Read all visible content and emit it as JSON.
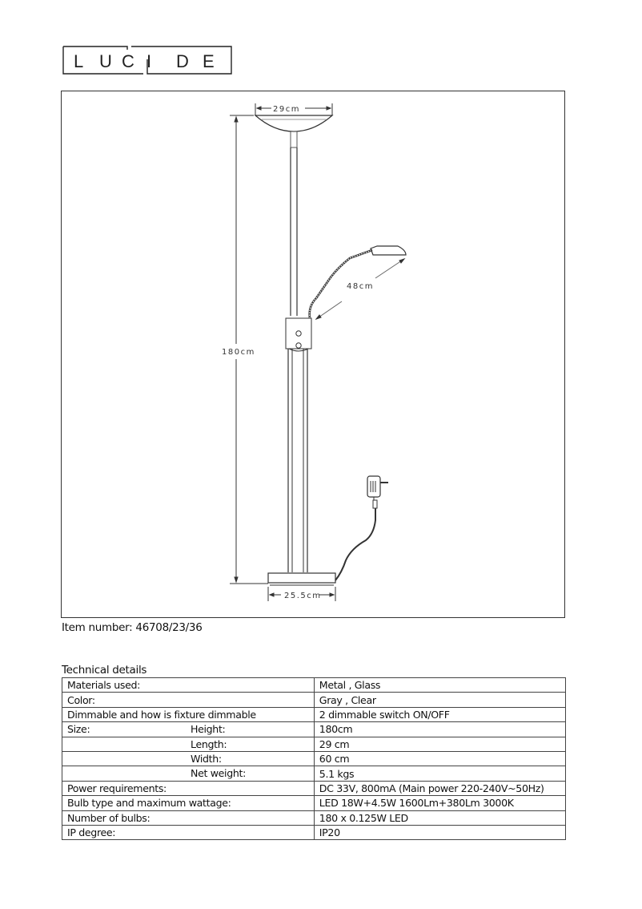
{
  "brand": {
    "logo_text": "LUCIDE",
    "letters": [
      "L",
      "U",
      "C",
      "I",
      "D",
      "E"
    ]
  },
  "drawing": {
    "dimensions": {
      "top_width": "29cm",
      "arm_length": "48cm",
      "height": "180cm",
      "base_width": "25.5cm"
    }
  },
  "item": {
    "label": "Item number:",
    "value": "46708/23/36",
    "text": "Item number: 46708/23/36"
  },
  "technical_details": {
    "title": "Technical details",
    "rows": [
      {
        "label": "Materials used:",
        "sub": "",
        "value": "Metal , Glass"
      },
      {
        "label": "Color:",
        "sub": "",
        "value": "Gray , Clear"
      },
      {
        "label": "Dimmable and how is fixture dimmable",
        "sub": "",
        "value": "2 dimmable switch ON/OFF"
      },
      {
        "label": "Size:",
        "sub": "Height:",
        "value": "180cm"
      },
      {
        "label": "",
        "sub": "Length:",
        "value": "29 cm"
      },
      {
        "label": "",
        "sub": "Width:",
        "value": "60 cm"
      },
      {
        "label": "",
        "sub": "Net weight:",
        "value": "5.1 kgs"
      },
      {
        "label": "Power requirements:",
        "sub": "",
        "value": "DC 33V, 800mA (Main power 220-240V~50Hz)"
      },
      {
        "label": "Bulb type and maximum wattage:",
        "sub": "",
        "value": "LED 18W+4.5W  1600Lm+380Lm 3000K"
      },
      {
        "label": "Number of bulbs:",
        "sub": "",
        "value": "180 x 0.125W LED"
      },
      {
        "label": "IP degree:",
        "sub": "",
        "value": "IP20"
      }
    ]
  }
}
